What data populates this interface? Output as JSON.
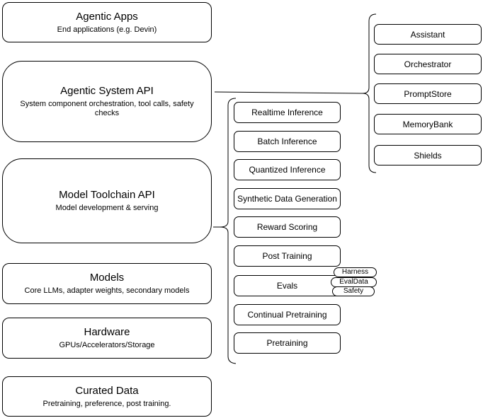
{
  "diagram": {
    "left_stack": [
      {
        "title": "Agentic Apps",
        "subtitle": "End applications (e.g. Devin)"
      },
      {
        "title": "Agentic System API",
        "subtitle": "System component orchestration, tool calls, safety checks"
      },
      {
        "title": "Model Toolchain API",
        "subtitle": "Model development & serving"
      },
      {
        "title": "Models",
        "subtitle": "Core LLMs, adapter weights, secondary models"
      },
      {
        "title": "Hardware",
        "subtitle": "GPUs/Accelerators/Storage"
      },
      {
        "title": "Curated Data",
        "subtitle": "Pretraining, preference, post training."
      }
    ],
    "toolchain_group": {
      "items": [
        "Realtime Inference",
        "Batch Inference",
        "Quantized Inference",
        "Synthetic Data Generation",
        "Reward Scoring",
        "Post Training",
        "Evals",
        "Continual Pretraining",
        "Pretraining"
      ],
      "evals_tags": [
        "Harness",
        "EvalData",
        "Safety"
      ]
    },
    "system_group": {
      "items": [
        "Assistant",
        "Orchestrator",
        "PromptStore",
        "MemoryBank",
        "Shields"
      ]
    },
    "colors": {
      "stroke": "#000000",
      "fill": "#ffffff",
      "text": "#000000",
      "background": "#ffffff"
    }
  }
}
